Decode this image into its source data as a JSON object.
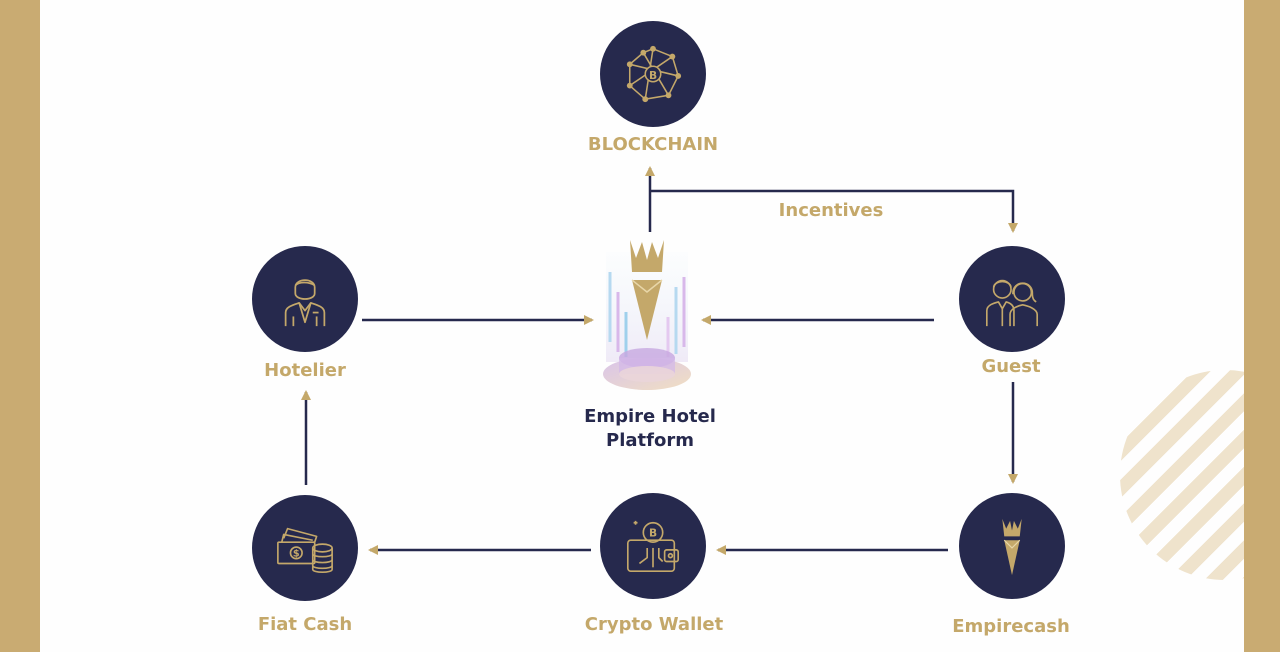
{
  "diagram": {
    "nodes": {
      "blockchain": {
        "label": "BLOCKCHAIN",
        "icon": "blockchain-network-icon"
      },
      "hotelier": {
        "label": "Hotelier",
        "icon": "hotelier-person-icon"
      },
      "platform": {
        "label_line1": "Empire Hotel",
        "label_line2": "Platform",
        "icon": "empire-hotel-platform-logo"
      },
      "guest": {
        "label": "Guest",
        "icon": "guest-couple-icon"
      },
      "fiat_cash": {
        "label": "Fiat Cash",
        "icon": "fiat-cash-icon"
      },
      "crypto_wallet": {
        "label": "Crypto Wallet",
        "icon": "crypto-wallet-icon"
      },
      "empirecash": {
        "label": "Empirecash",
        "icon": "empirecash-token-icon"
      }
    },
    "edges": {
      "incentives": {
        "label": "Incentives"
      }
    },
    "colors": {
      "navy": "#26294d",
      "gold": "#c4a86a",
      "border": "#c9ab72",
      "background": "#fefefe"
    }
  }
}
